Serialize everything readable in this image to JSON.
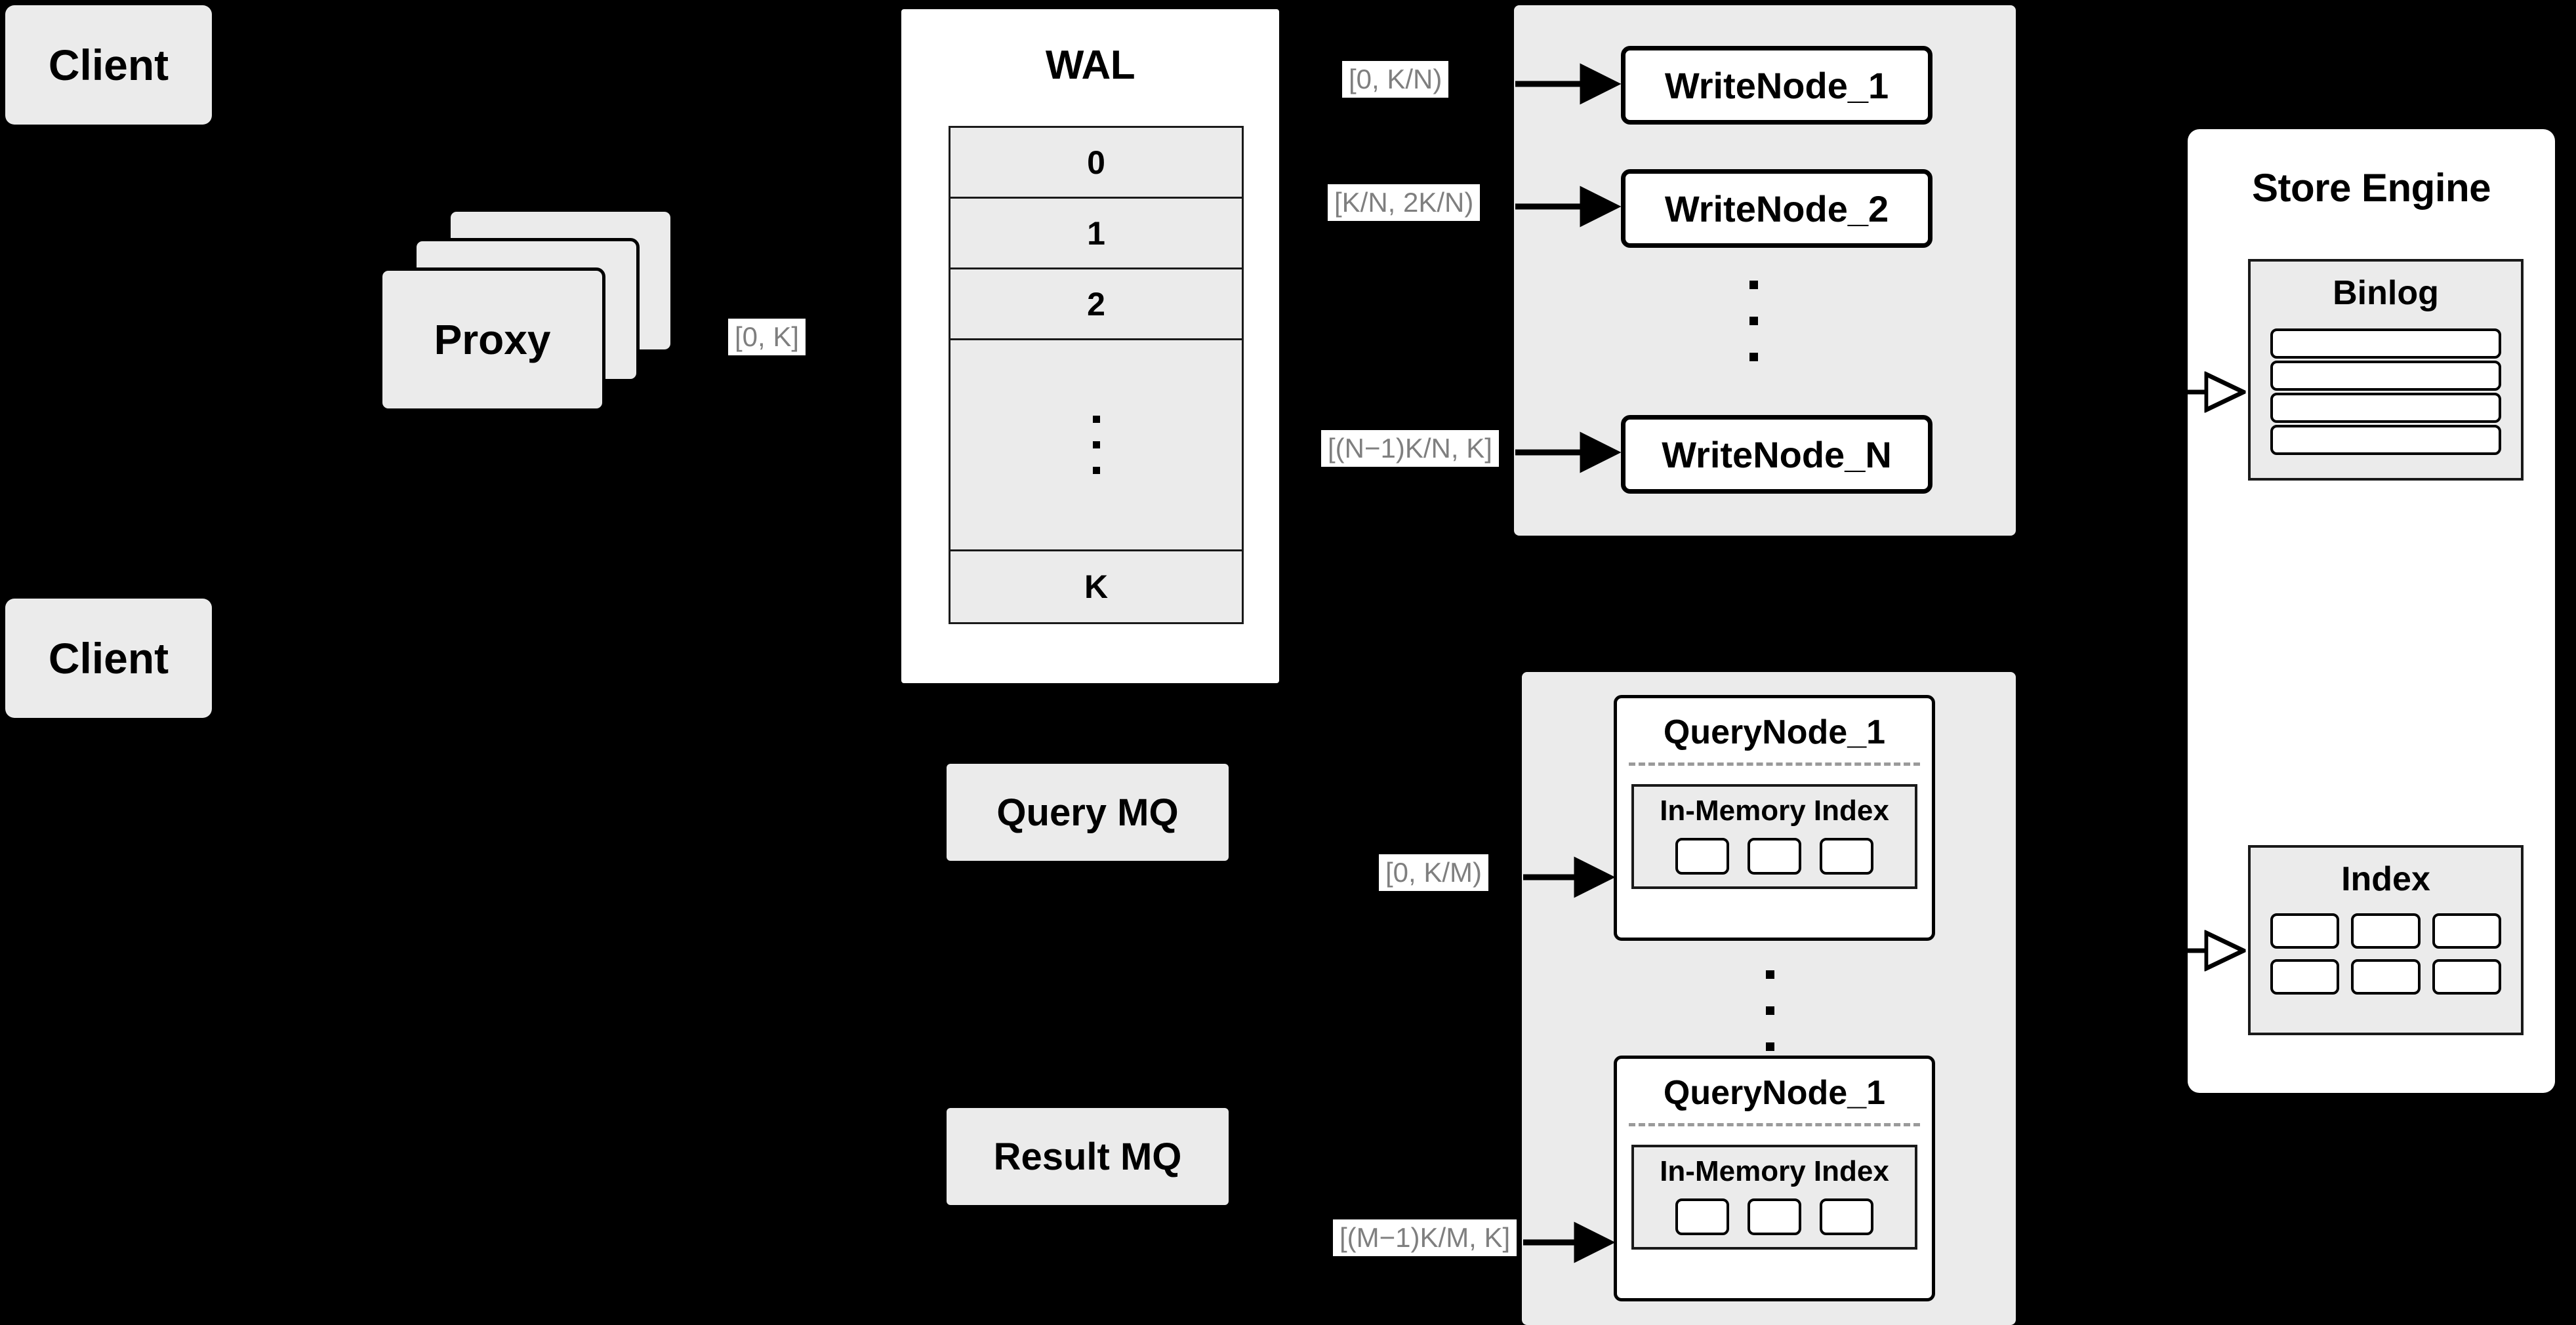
{
  "diagram": {
    "title": "Distributed vector database write/query architecture",
    "background_color": "#000000",
    "accent_fill": "#ebebeb",
    "label_text_color": "#7f7f7f",
    "stroke_color": "#000000"
  },
  "clients": [
    {
      "label": "Client"
    },
    {
      "label": "Client"
    }
  ],
  "proxy": {
    "label": "Proxy",
    "stack_count": 3,
    "out_label": "[0, K]"
  },
  "wal": {
    "title": "WAL",
    "rows": [
      "0",
      "1",
      "2"
    ],
    "ellipsis": "vertical-dots",
    "last_row": "K"
  },
  "mq": {
    "query": "Query MQ",
    "result": "Result MQ"
  },
  "write_cluster": {
    "nodes": [
      {
        "label": "WriteNode_1",
        "range": "[0,  K/N)"
      },
      {
        "label": "WriteNode_2",
        "range": "[K/N, 2K/N)"
      },
      {
        "label": "WriteNode_N",
        "range": "[(N−1)K/N,  K]"
      }
    ],
    "ellipsis": "vertical-dots"
  },
  "query_cluster": {
    "nodes": [
      {
        "label": "QueryNode_1",
        "range": "[0, K/M)",
        "index": {
          "title": "In-Memory Index",
          "cell_count": 3
        }
      },
      {
        "label": "QueryNode_1",
        "range": "[(M−1)K/M, K]",
        "index": {
          "title": "In-Memory Index",
          "cell_count": 3
        }
      }
    ],
    "ellipsis": "vertical-dots"
  },
  "store_engine": {
    "title": "Store Engine",
    "binlog": {
      "title": "Binlog",
      "row_count": 4
    },
    "index": {
      "title": "Index",
      "cell_count": 6
    }
  }
}
